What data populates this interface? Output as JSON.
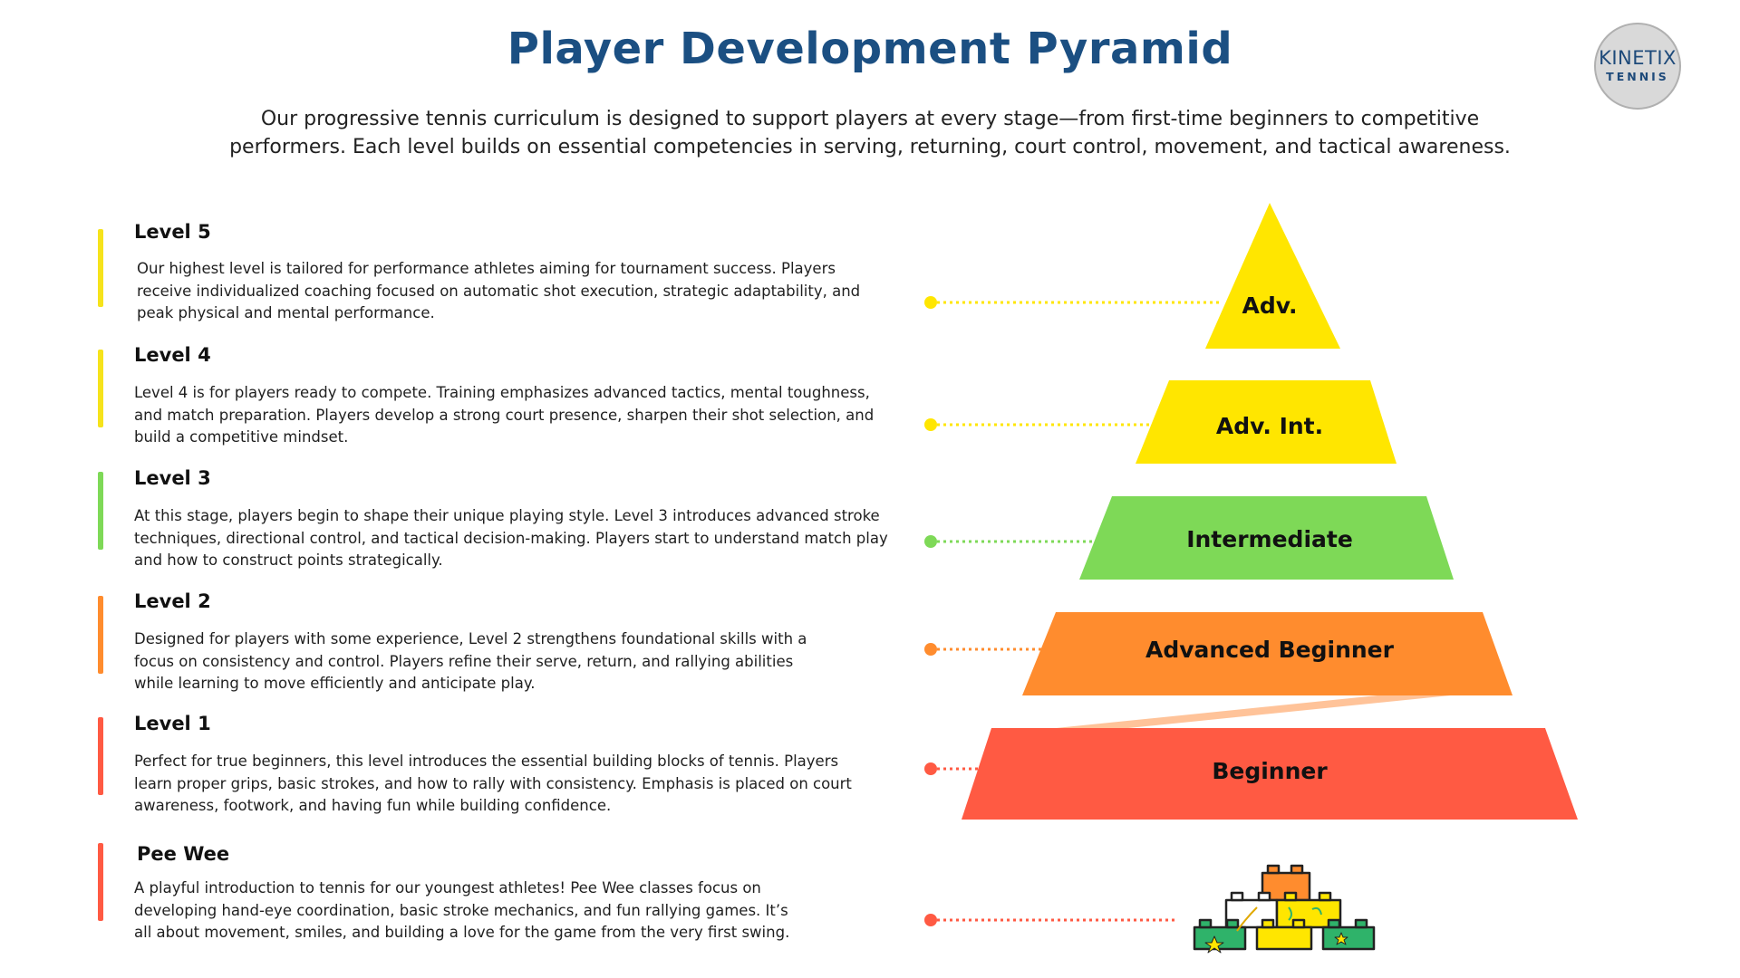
{
  "header": {
    "title": "Player Development Pyramid",
    "intro": "Our progressive tennis curriculum is designed to support players at every stage—from first-time beginners to competitive performers. Each level builds on essential competencies in serving, returning, court control, movement, and tactical awareness."
  },
  "logo": {
    "top_text": "KINETIX",
    "bottom_text": "TENNIS"
  },
  "levels": [
    {
      "title": "Level 5",
      "description": "Our highest level is tailored for performance athletes aiming for tournament success. Players receive individualized coaching focused on automatic shot execution, strategic adaptability, and peak physical and mental performance.",
      "color": "#f6e31b"
    },
    {
      "title": "Level 4",
      "description": "Level 4 is for players ready to compete. Training emphasizes advanced tactics, mental toughness, and match preparation. Players develop a strong court presence, sharpen their shot selection, and build a competitive mindset.",
      "color": "#f6e31b"
    },
    {
      "title": "Level 3",
      "description": "At this stage, players begin to shape their unique playing style. Level 3 introduces advanced stroke techniques, directional control, and tactical decision-making. Players start to understand match play and how to construct points strategically.",
      "color": "#7ed957"
    },
    {
      "title": "Level 2",
      "description": "Designed for players with some experience, Level 2 strengthens foundational skills with a focus on consistency and control. Players refine their serve, return, and rallying abilities while learning to move efficiently and anticipate play.",
      "color": "#ff8c2e"
    },
    {
      "title": "Level 1",
      "description": "Perfect for true beginners, this level introduces the essential building blocks of tennis. Players learn proper grips, basic strokes, and how to rally with consistency. Emphasis is placed on court awareness, footwork, and having fun while building confidence.",
      "color": "#ff5a43"
    },
    {
      "title": "Pee Wee",
      "description": "A playful introduction to tennis for our youngest athletes! Pee Wee classes focus on developing hand-eye coordination, basic stroke mechanics, and fun rallying games. It’s all about movement, smiles, and building a love for the game from the very first swing.",
      "color": "#ff5a43"
    }
  ],
  "pyramid": {
    "tiers": [
      {
        "label": "Adv.",
        "color": "#ffe600"
      },
      {
        "label": "Adv. Int.",
        "color": "#ffe600"
      },
      {
        "label": "Intermediate",
        "color": "#7ed957"
      },
      {
        "label": "Advanced Beginner",
        "color": "#ff8c2e"
      },
      {
        "label": "Beginner",
        "color": "#ff5a43"
      }
    ],
    "connector_colors": [
      "#fff27a",
      "#fff27a",
      "#bfeaa8",
      "#ffc399"
    ],
    "dot_colors": [
      "#ffe600",
      "#ffe600",
      "#7ed957",
      "#ff8c2e",
      "#ff5a43",
      "#ff5a43"
    ],
    "blocks_icon": "toy-building-blocks-icon"
  }
}
